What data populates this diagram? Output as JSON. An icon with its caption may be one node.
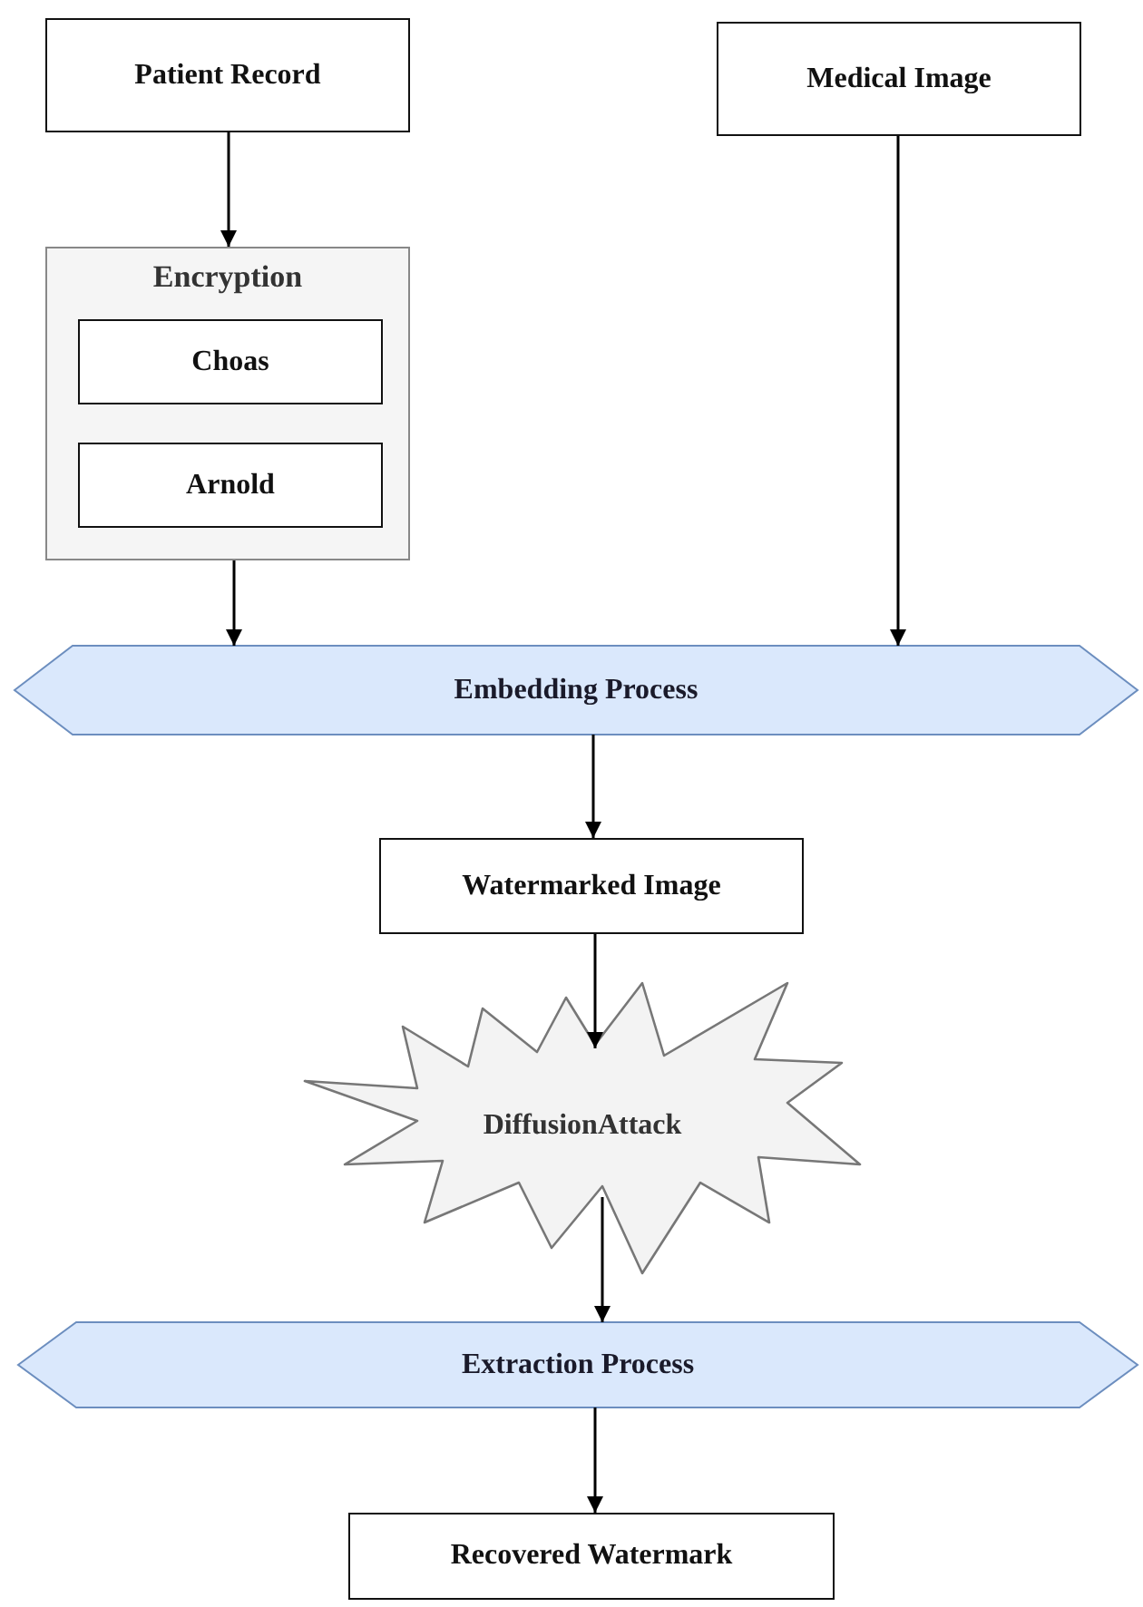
{
  "diagram": {
    "nodes": [
      {
        "text": [
          "Patient Record"
        ]
      },
      {
        "text": [
          "Medical Image"
        ]
      },
      {
        "text": [
          "Encryption"
        ]
      },
      {
        "text": [
          "Choas"
        ],
        "in": 2
      },
      {
        "text": [
          "Arnold"
        ],
        "in": 2
      },
      {
        "text": [
          "Embedding Process"
        ]
      },
      {
        "text": [
          "Watermarked Image"
        ]
      },
      {
        "text": [
          "DiffusionAttack"
        ]
      },
      {
        "text": [
          "Extraction Process"
        ]
      },
      {
        "text": [
          "Recovered Watermark"
        ]
      }
    ],
    "edges": [
      {
        "from": 0,
        "to": 2,
        "arrow": "to"
      },
      {
        "from": 2,
        "to": 5,
        "arrow": "to"
      },
      {
        "from": 1,
        "to": 5,
        "arrow": "to"
      },
      {
        "from": 5,
        "to": 6,
        "arrow": "to"
      },
      {
        "from": 6,
        "to": 7,
        "arrow": "to"
      },
      {
        "from": 7,
        "to": 8,
        "arrow": "to"
      },
      {
        "from": 8,
        "to": 9,
        "arrow": "to"
      }
    ]
  }
}
